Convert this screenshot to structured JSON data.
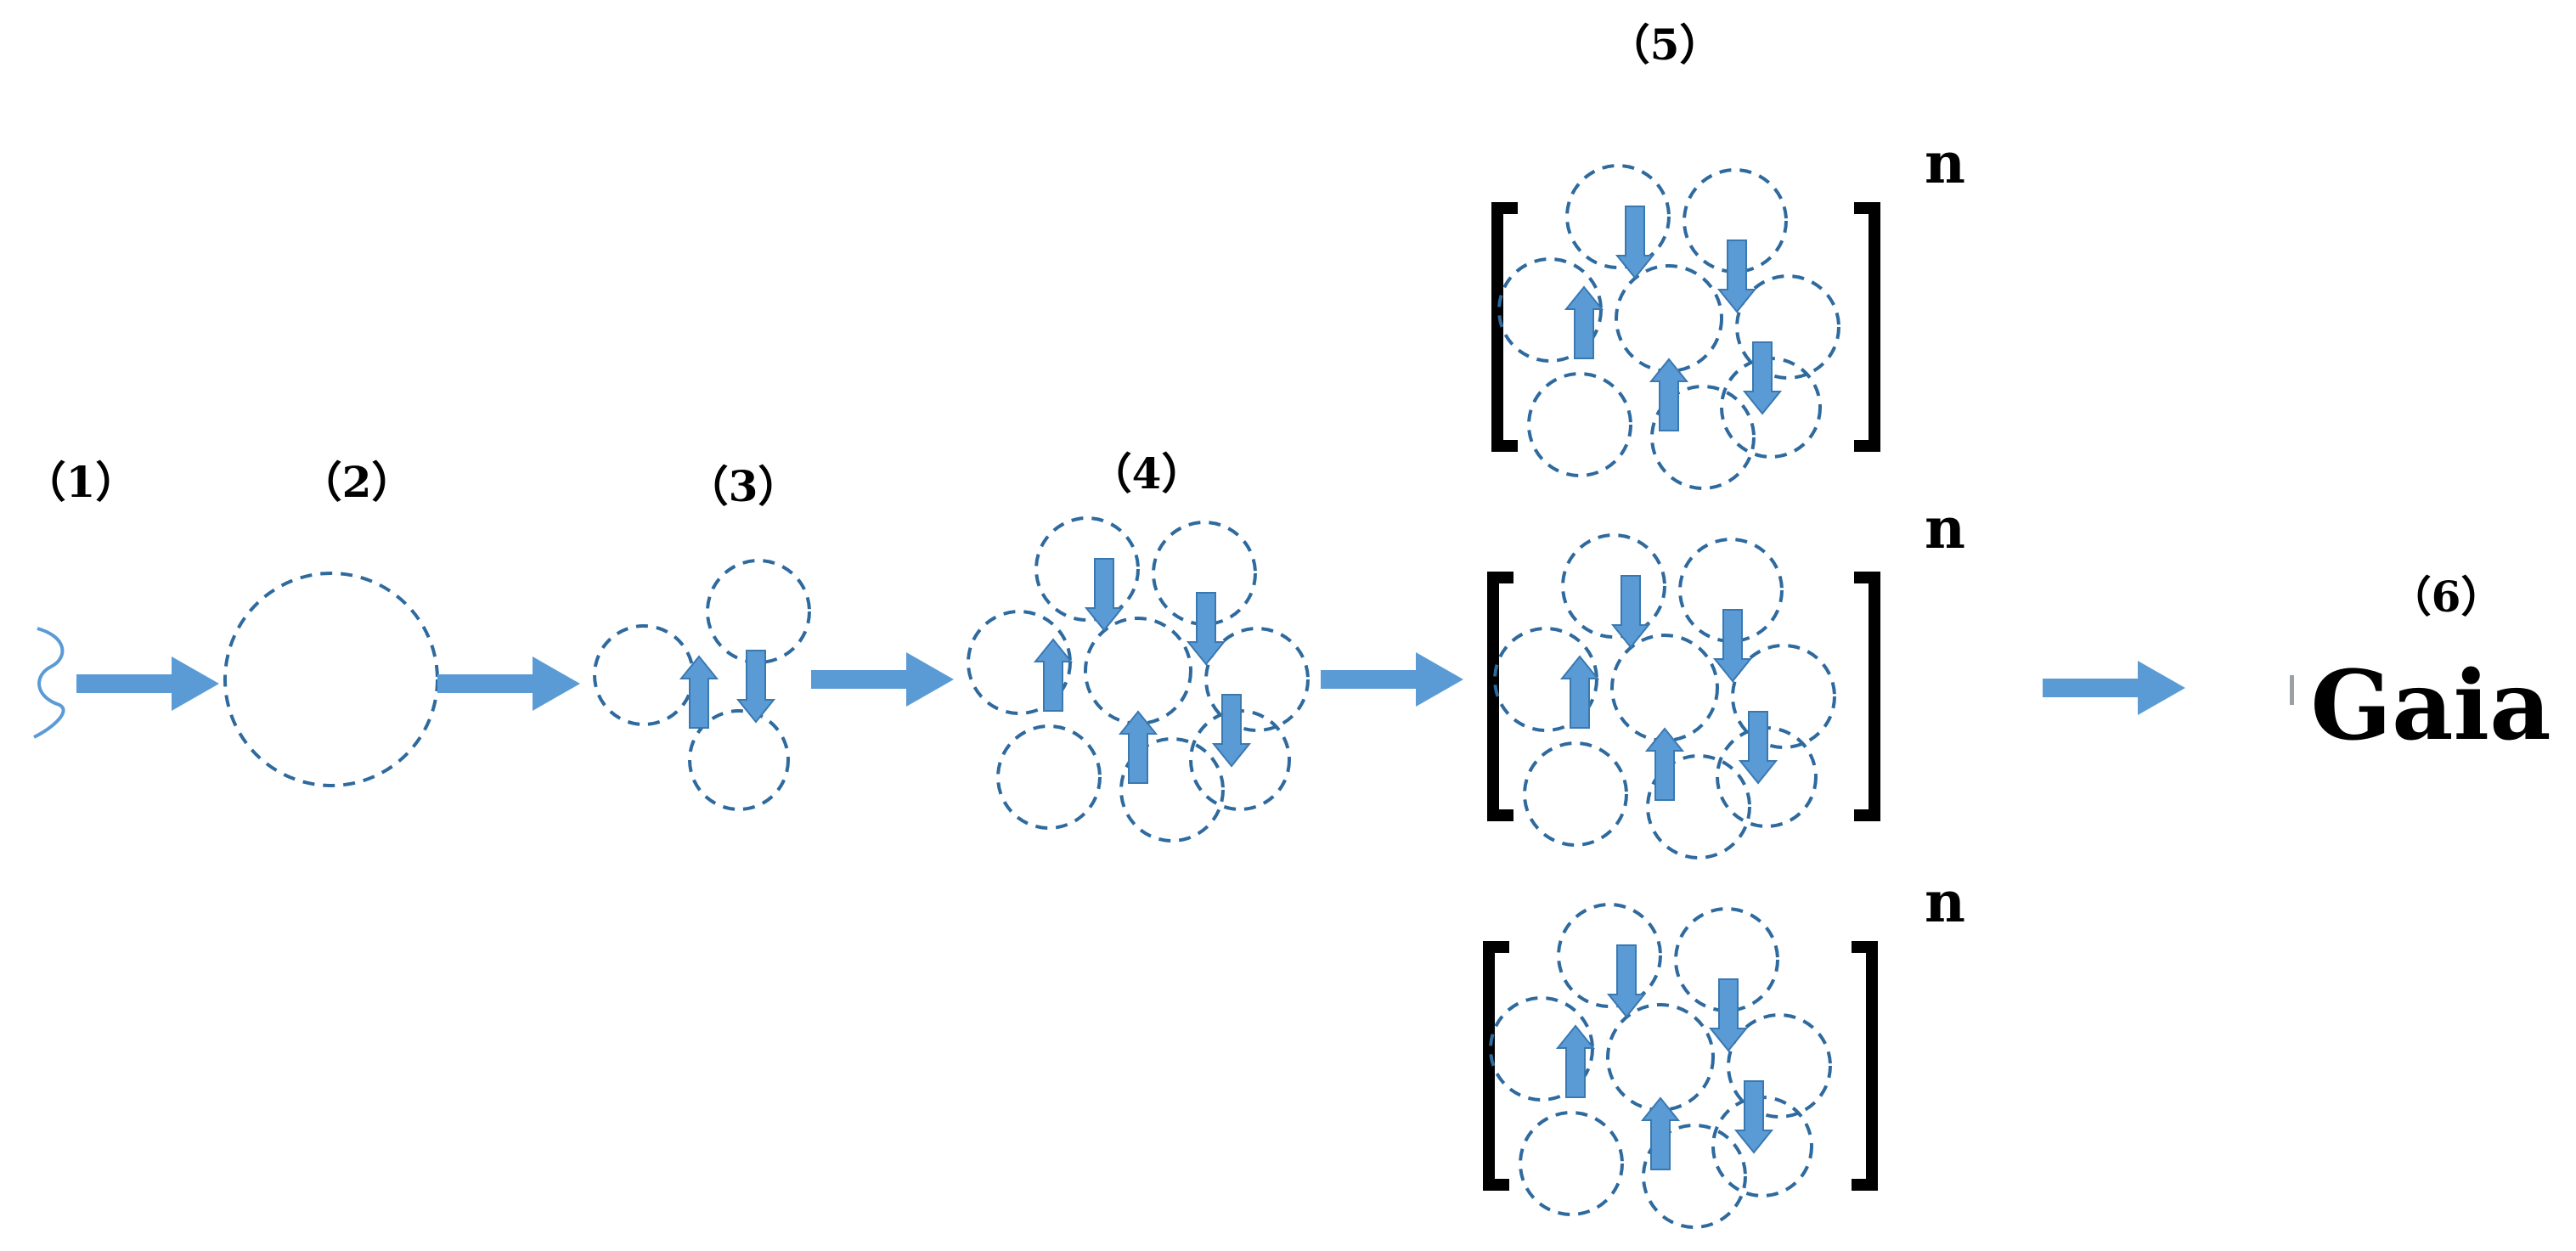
{
  "stages": [
    {
      "label": "（1）"
    },
    {
      "label": "（2）"
    },
    {
      "label": "（3）"
    },
    {
      "label": "（4）"
    },
    {
      "label": "（5）"
    },
    {
      "label": "（6）"
    }
  ],
  "bracket_exponent": "n",
  "final_label": "Gaia",
  "colors": {
    "arrow": "#5b9bd5",
    "circle": "#2e6a9e",
    "bracket": "#000000",
    "text": "#000000"
  }
}
